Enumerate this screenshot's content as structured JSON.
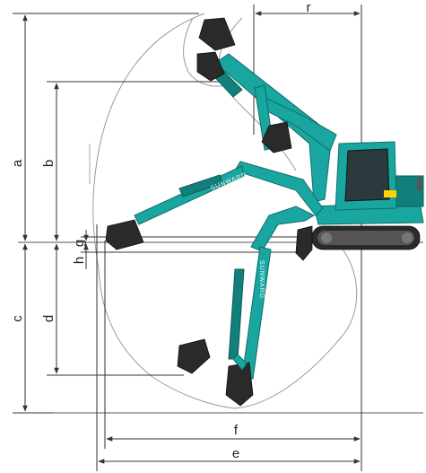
{
  "diagram": {
    "dimension_labels": {
      "a": "a",
      "b": "b",
      "c": "c",
      "d": "d",
      "e": "e",
      "f": "f",
      "g": "g",
      "h": "h",
      "r": "r"
    },
    "arm_branding": "SUNWARD",
    "colors": {
      "machine_body": "#1aa6a0",
      "machine_dark": "#127f7a",
      "bucket": "#2a2a2a",
      "dimension_line": "#333333",
      "envelope": "#9a9a9a"
    }
  }
}
